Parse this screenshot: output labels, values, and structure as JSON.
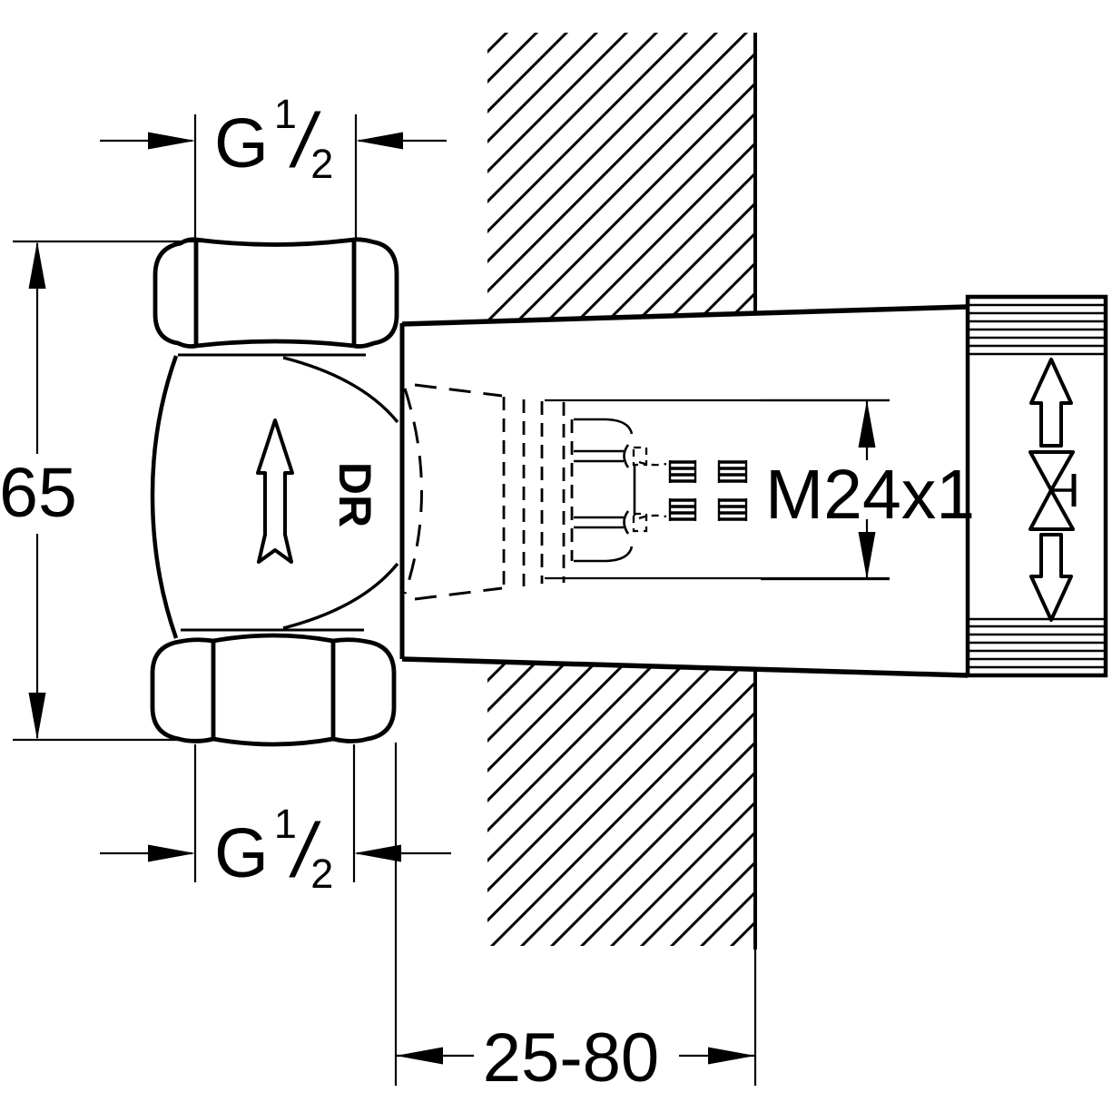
{
  "diagram": {
    "kind": "technical-installation-drawing",
    "ink": "#000000",
    "paper": "#ffffff",
    "labels": {
      "top_thread": {
        "g": "G",
        "sup": "1",
        "slash": "/",
        "sub": "2"
      },
      "bottom_thread": {
        "g": "G",
        "sup": "1",
        "slash": "/",
        "sub": "2"
      },
      "height": "65",
      "flow": "DR",
      "thread": "M24x1",
      "depth": "25-80"
    }
  }
}
